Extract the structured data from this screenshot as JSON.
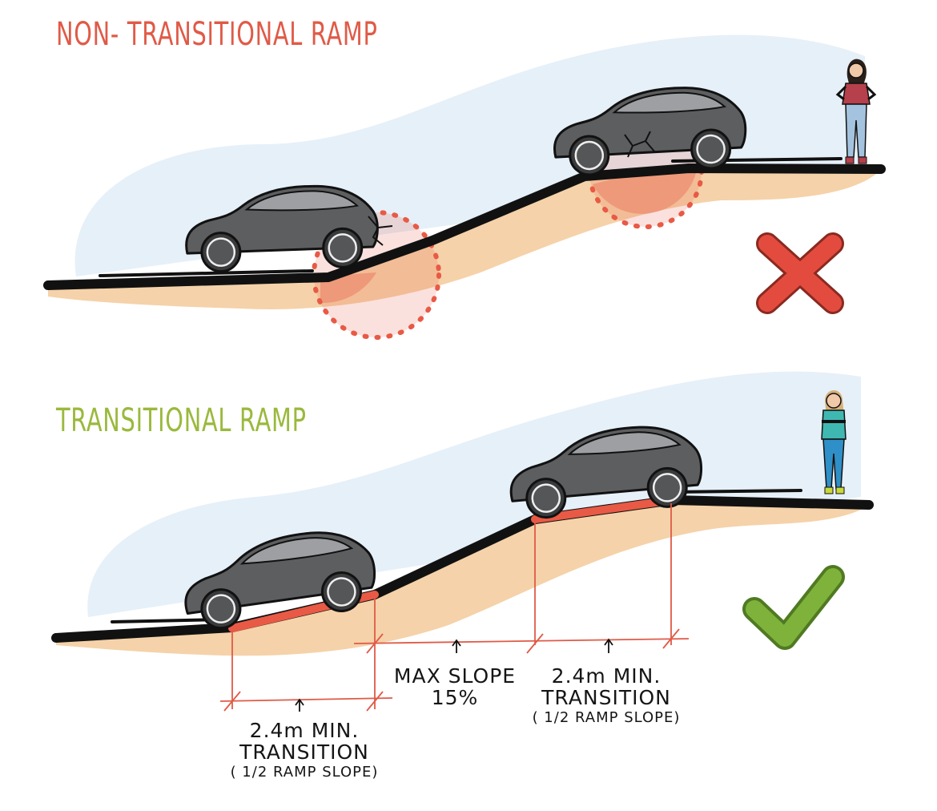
{
  "diagram": {
    "top_panel": {
      "title": "NON- TRANSITIONAL RAMP",
      "title_color": "#e05a47",
      "verdict_icon": "x-mark-icon",
      "verdict_color": "#e44b3f"
    },
    "bottom_panel": {
      "title": "TRANSITIONAL RAMP",
      "title_color": "#9ab93c",
      "verdict_icon": "check-mark-icon",
      "verdict_color": "#7fb23b",
      "annotations": {
        "left_transition": {
          "line1": "2.4m MIN.",
          "line2": "TRANSITION",
          "line3": "( 1/2 RAMP SLOPE)"
        },
        "max_slope": {
          "line1": "MAX SLOPE",
          "line2": "15%"
        },
        "right_transition": {
          "line1": "2.4m MIN.",
          "line2": "TRANSITION",
          "line3": "( 1/2 RAMP SLOPE)"
        }
      }
    },
    "colors": {
      "sky": "#e6f0f8",
      "ground": "#f5d2a9",
      "road": "#111111",
      "car": "#5d5e60",
      "highlight": "#e85a45",
      "dimension": "#e05a47"
    }
  }
}
